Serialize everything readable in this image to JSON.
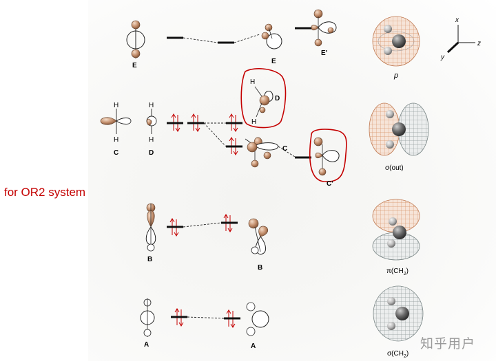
{
  "side_label": "for OR2 system",
  "watermark": "知乎用户",
  "colors": {
    "lobe": "#c89472",
    "annotation": "#c40000",
    "mesh_orange": "#d8946a",
    "mesh_gray": "#8f9a9a"
  },
  "labels": {
    "E": "E",
    "E2": "E",
    "E_prime": "E'",
    "C": "C",
    "D": "D",
    "C_mid": "C",
    "D_callout": "D",
    "C_prime": "C'",
    "B": "B",
    "B2": "B",
    "A": "A",
    "A2": "A",
    "H_c_top": "H",
    "H_c_bot": "H",
    "H_d_top": "H",
    "H_d_bot": "H",
    "H_callout_top": "H",
    "H_callout_bot": "H"
  },
  "axes": {
    "x": "x",
    "y": "y",
    "z": "z"
  },
  "orbitals": {
    "p": "p",
    "sigma_out": "σ(out)",
    "pi": "π(CH",
    "sigma": "σ(CH",
    "sub2": "2",
    "close": ")"
  }
}
